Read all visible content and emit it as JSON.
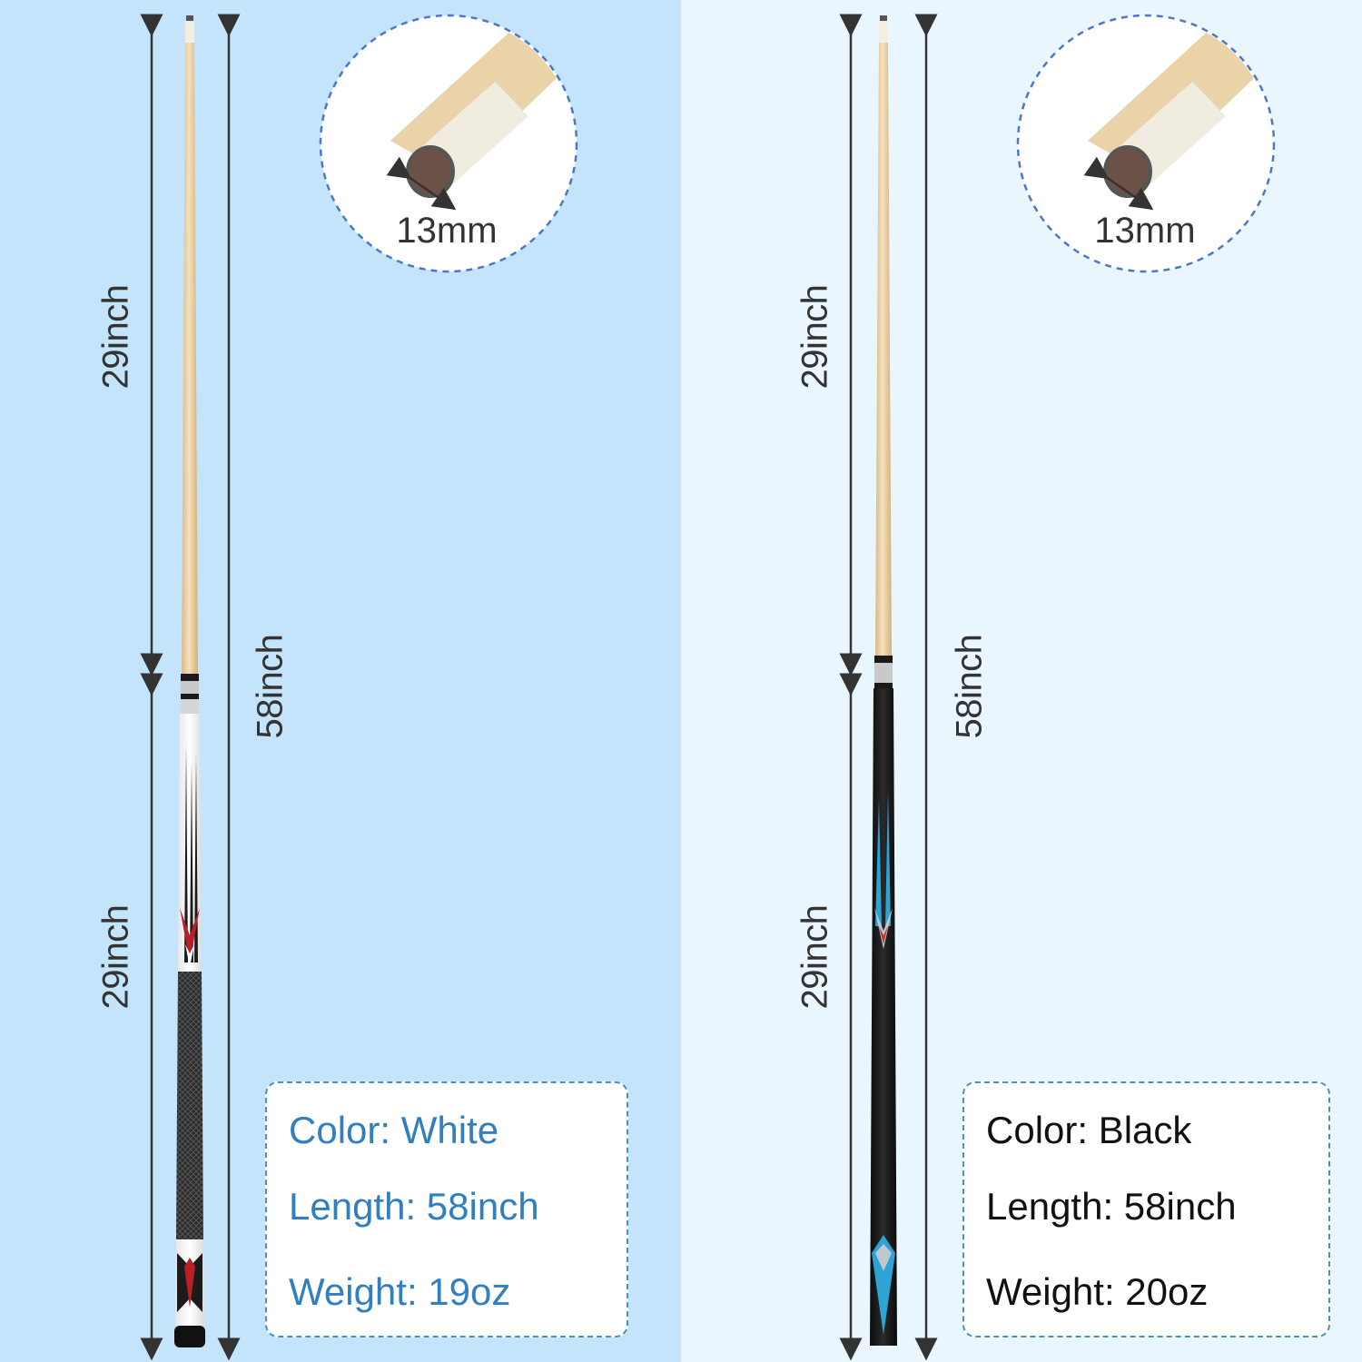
{
  "colors": {
    "left_background": "#c3e4fb",
    "right_background": "#eaf6fd",
    "white_spec_text": "#2f7fc1",
    "black_spec_text": "#111111",
    "box_border": "#4a8fc0",
    "shaft_wood": "#ecd3a6",
    "dimension_arrow": "#333333"
  },
  "products": [
    {
      "tip_label": "13mm",
      "shaft_length_label": "29inch",
      "butt_length_label": "29inch",
      "total_length_label": "58inch",
      "specs": {
        "color": "Color: White",
        "length": "Length: 58inch",
        "weight": "Weight: 19oz"
      }
    },
    {
      "tip_label": "13mm",
      "shaft_length_label": "29inch",
      "butt_length_label": "29inch",
      "total_length_label": "58inch",
      "specs": {
        "color": "Color: Black",
        "length": "Length: 58inch",
        "weight": "Weight: 20oz"
      }
    }
  ]
}
